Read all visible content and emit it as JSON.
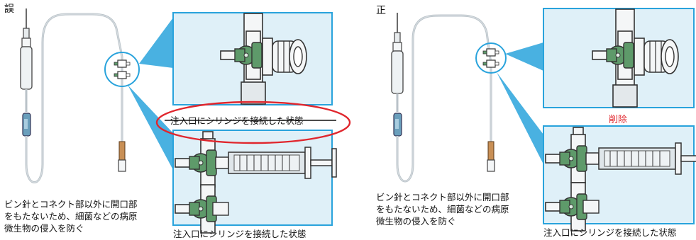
{
  "wrong": {
    "label": "誤",
    "description": "ビン針とコネクト部以外に開口部\nをもたないため、細菌などの病原\n微生物の侵入を防ぐ",
    "struck_caption": "注入口にシリンジを接続した状態",
    "bottom_caption": "注入口にシリンジを接続した状態"
  },
  "correct": {
    "label": "正",
    "description": "ビン針とコネクト部以外に開口部\nをもたないため、細菌などの病原\n微生物の侵入を防ぐ",
    "deleted_note": "削除",
    "bottom_caption": "注入口にシリンジを接続した状態"
  },
  "colors": {
    "panel_border": "#29a3dc",
    "panel_fill": "#dff0f8",
    "highlight_ring": "#e0262d",
    "deleted_text": "#e0262d",
    "stopcock_green": "#5e9a6a",
    "tube_gray": "#b9c2c8"
  }
}
